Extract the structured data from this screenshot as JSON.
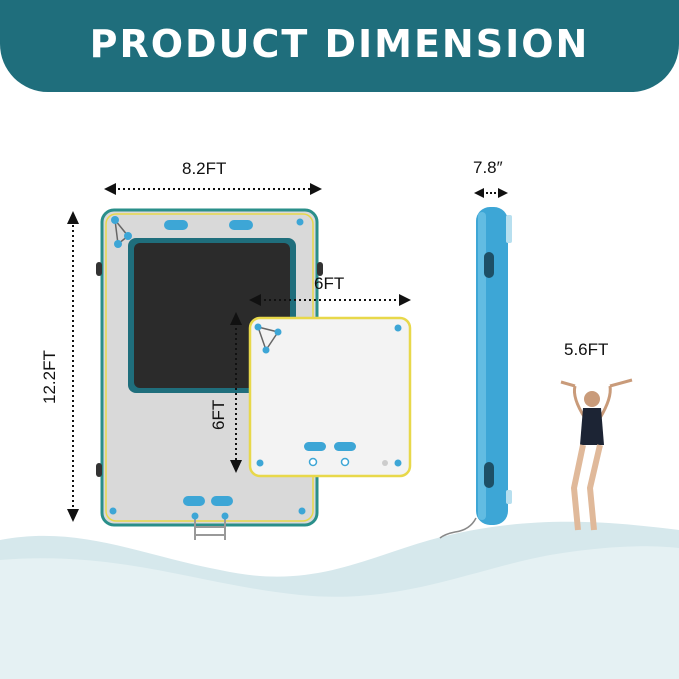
{
  "banner": {
    "title": "PRODUCT DIMENSION"
  },
  "dimensions": {
    "platform_width": "8.2FT",
    "platform_length": "12.2FT",
    "pool_width": "6FT",
    "pool_length": "6FT",
    "tube_diameter": "7.8″",
    "tube_length": "5.6FT"
  },
  "colors": {
    "banner": "#1f6e7c",
    "platform_fill": "#d9d9d9",
    "platform_edge": "#2a8f8a",
    "pad_edge": "#e8d84a",
    "net": "#2b2b2b",
    "tube": "#3da6d6",
    "wave": "#d6e8ec"
  }
}
